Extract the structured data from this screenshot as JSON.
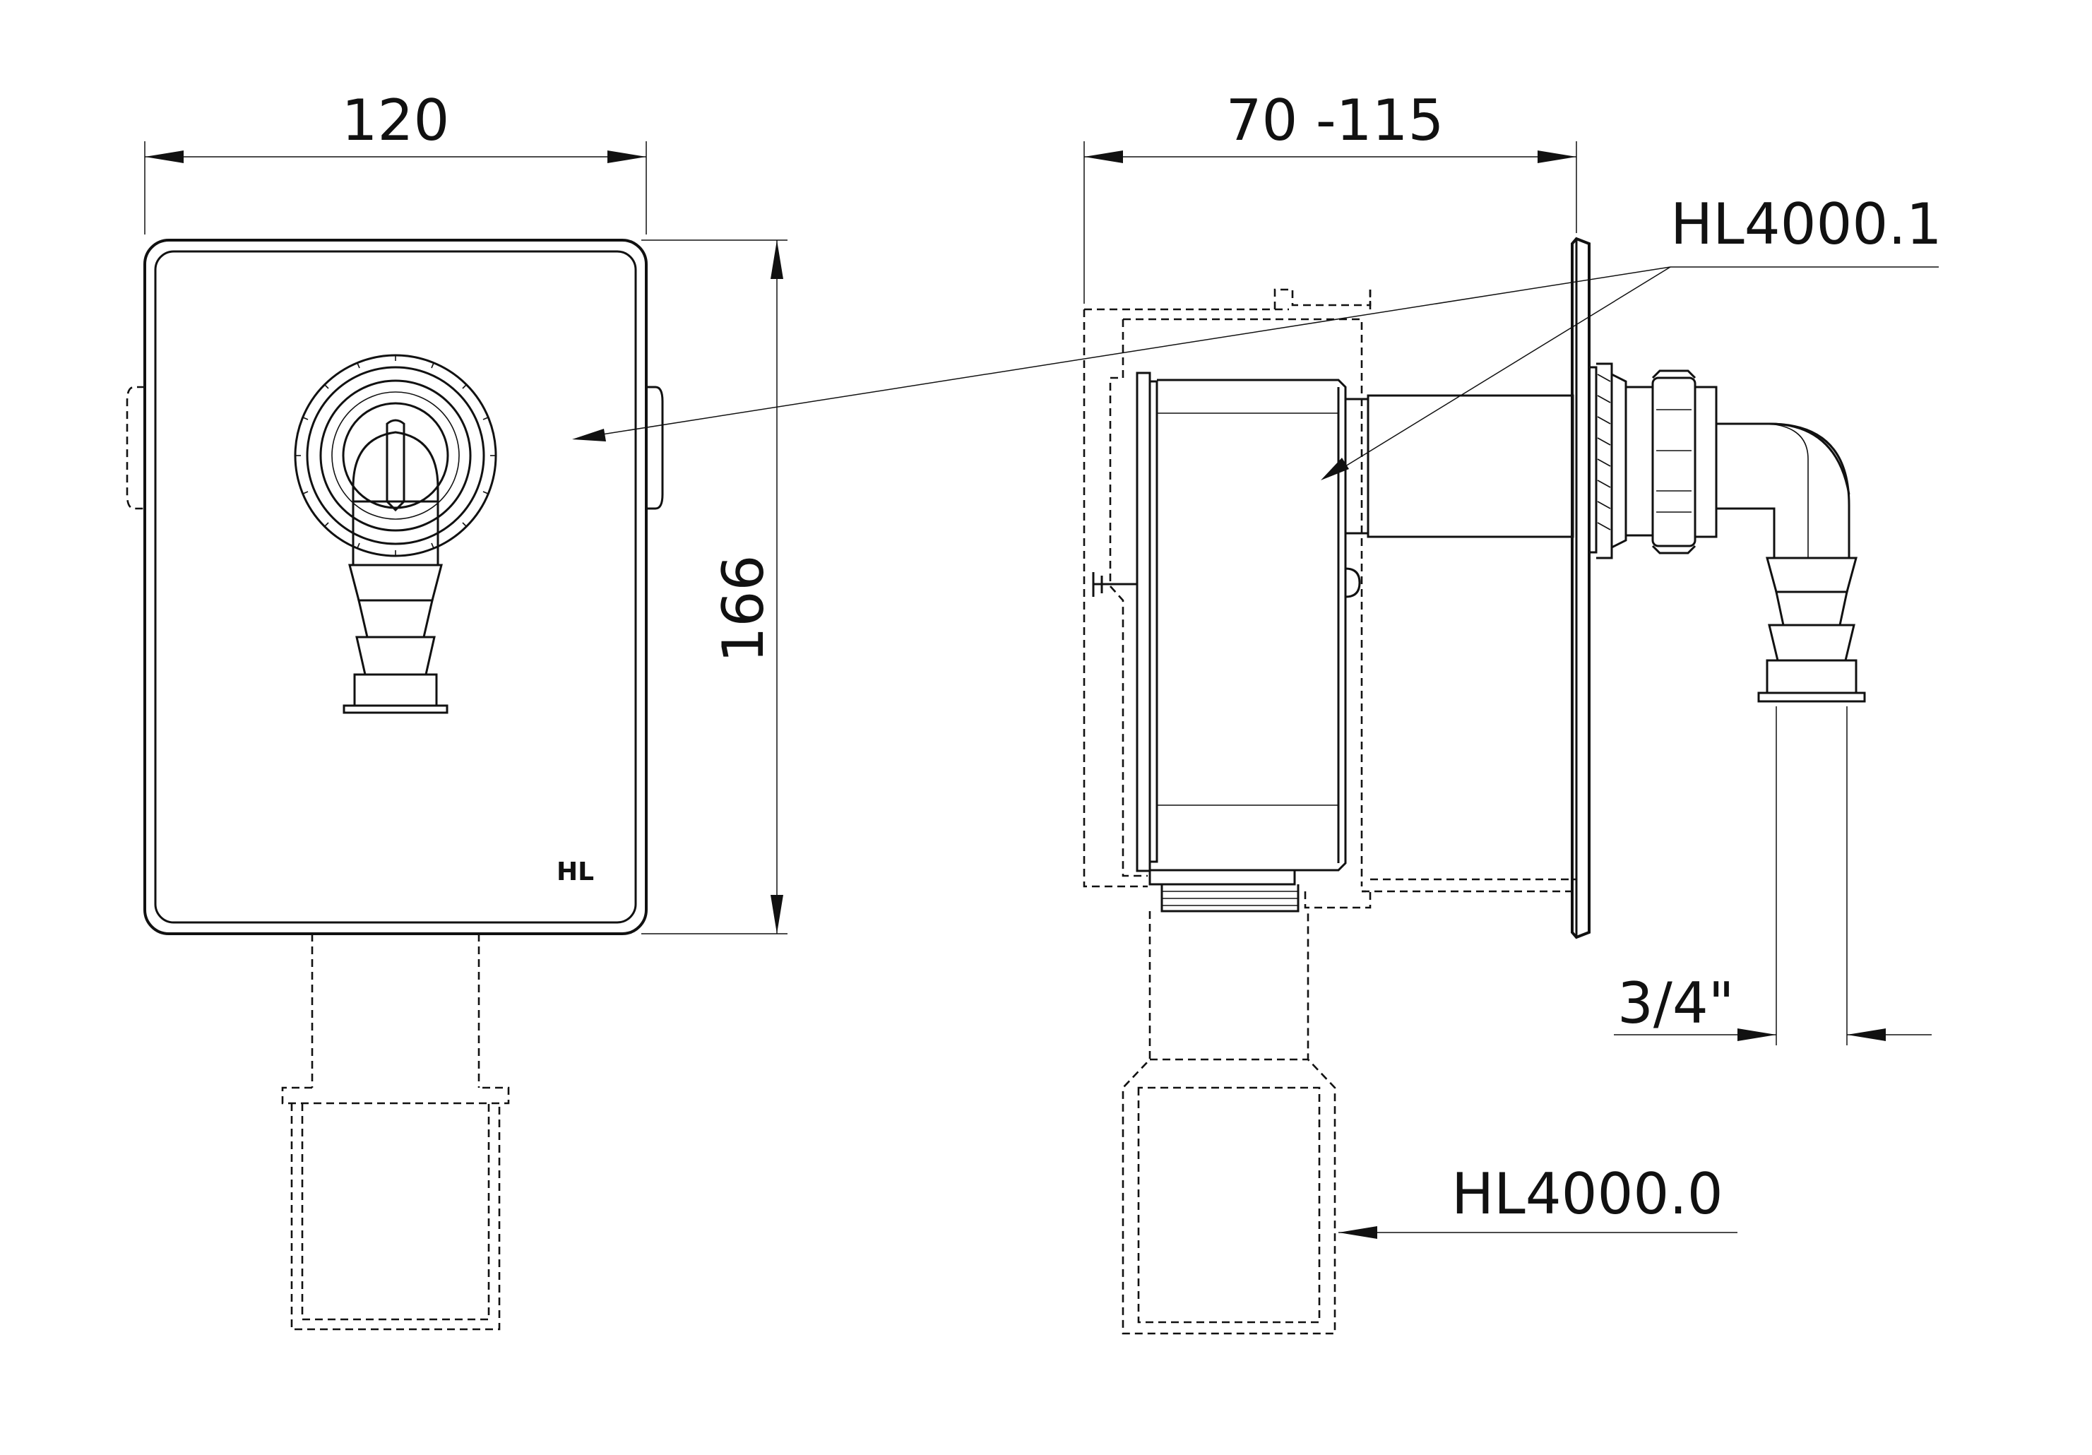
{
  "dimensions": {
    "width_front": "120",
    "height_front": "166",
    "depth_side": "70 -115",
    "thread": "3/4\""
  },
  "parts": {
    "upper": "HL4000.1",
    "lower": "HL4000.0"
  },
  "logo": "HL"
}
